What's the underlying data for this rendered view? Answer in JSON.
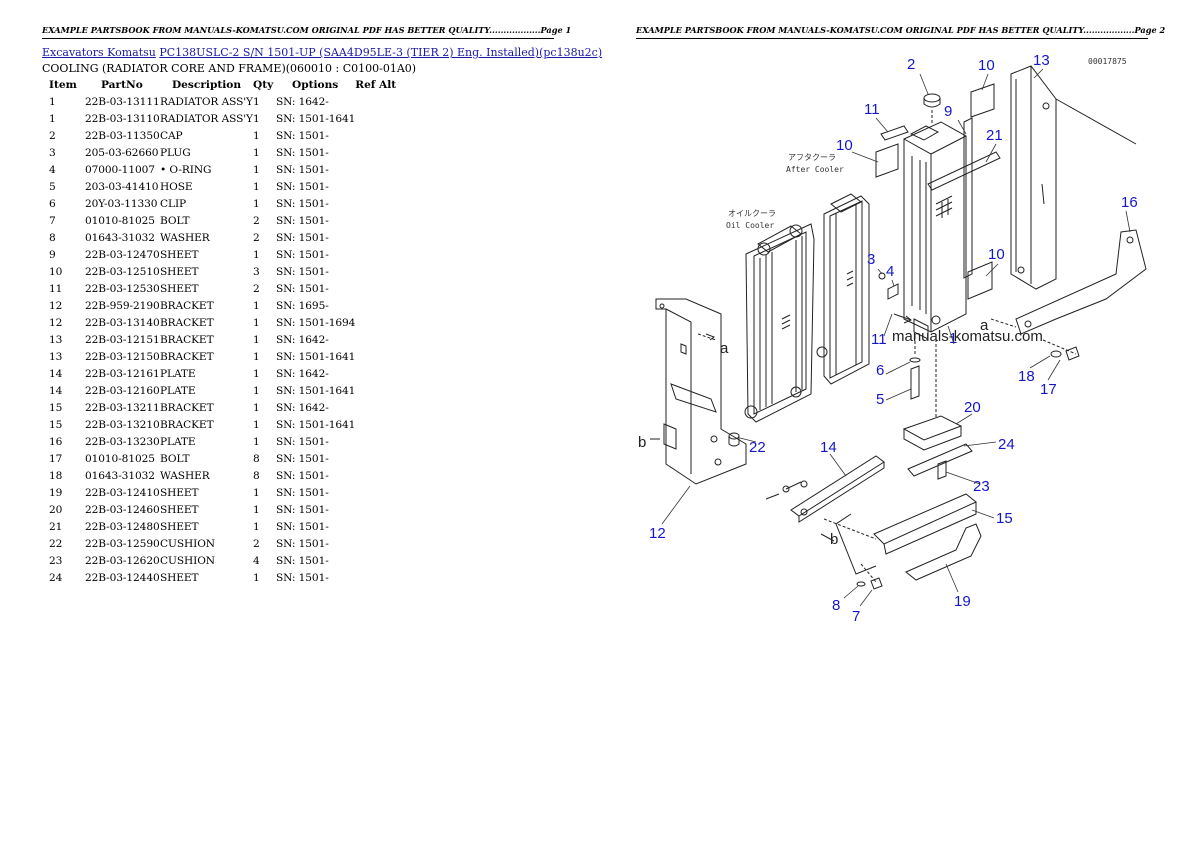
{
  "header": {
    "page1": "EXAMPLE PARTSBOOK FROM MANUALS-KOMATSU.COM ORIGINAL PDF HAS BETTER QUALITY..................Page 1",
    "page2": "EXAMPLE PARTSBOOK FROM MANUALS-KOMATSU.COM ORIGINAL PDF HAS BETTER QUALITY..................Page 2"
  },
  "breadcrumb": {
    "part1": "Excavators Komatsu",
    "part2": "PC138USLC-2 S/N 1501-UP (SAA4D95LE-3 (TIER 2) Eng. Installed)(pc138u2c)"
  },
  "section_title": "COOLING (RADIATOR CORE AND FRAME)(060010 : C0100-01A0)",
  "table": {
    "headers": [
      "Item",
      "PartNo",
      "Description",
      "Qty",
      "Options",
      "Ref Alt"
    ],
    "rows": [
      [
        "1",
        "22B-03-13111",
        "RADIATOR ASS'Y",
        "1",
        "SN: 1642-",
        ""
      ],
      [
        "1",
        "22B-03-13110",
        "RADIATOR ASS'Y",
        "1",
        "SN: 1501-1641",
        ""
      ],
      [
        "2",
        "22B-03-11350",
        "CAP",
        "1",
        "SN: 1501-",
        ""
      ],
      [
        "3",
        "205-03-62660",
        "PLUG",
        "1",
        "SN: 1501-",
        ""
      ],
      [
        "4",
        "07000-11007",
        "• O-RING",
        "1",
        "SN: 1501-",
        ""
      ],
      [
        "5",
        "203-03-41410",
        "HOSE",
        "1",
        "SN: 1501-",
        ""
      ],
      [
        "6",
        "20Y-03-11330",
        "CLIP",
        "1",
        "SN: 1501-",
        ""
      ],
      [
        "7",
        "01010-81025",
        "BOLT",
        "2",
        "SN: 1501-",
        ""
      ],
      [
        "8",
        "01643-31032",
        "WASHER",
        "2",
        "SN: 1501-",
        ""
      ],
      [
        "9",
        "22B-03-12470",
        "SHEET",
        "1",
        "SN: 1501-",
        ""
      ],
      [
        "10",
        "22B-03-12510",
        "SHEET",
        "3",
        "SN: 1501-",
        ""
      ],
      [
        "11",
        "22B-03-12530",
        "SHEET",
        "2",
        "SN: 1501-",
        ""
      ],
      [
        "12",
        "22B-959-2190",
        "BRACKET",
        "1",
        "SN: 1695-",
        ""
      ],
      [
        "12",
        "22B-03-13140",
        "BRACKET",
        "1",
        "SN: 1501-1694",
        ""
      ],
      [
        "13",
        "22B-03-12151",
        "BRACKET",
        "1",
        "SN: 1642-",
        ""
      ],
      [
        "13",
        "22B-03-12150",
        "BRACKET",
        "1",
        "SN: 1501-1641",
        ""
      ],
      [
        "14",
        "22B-03-12161",
        "PLATE",
        "1",
        "SN: 1642-",
        ""
      ],
      [
        "14",
        "22B-03-12160",
        "PLATE",
        "1",
        "SN: 1501-1641",
        ""
      ],
      [
        "15",
        "22B-03-13211",
        "BRACKET",
        "1",
        "SN: 1642-",
        ""
      ],
      [
        "15",
        "22B-03-13210",
        "BRACKET",
        "1",
        "SN: 1501-1641",
        ""
      ],
      [
        "16",
        "22B-03-13230",
        "PLATE",
        "1",
        "SN: 1501-",
        ""
      ],
      [
        "17",
        "01010-81025",
        "BOLT",
        "8",
        "SN: 1501-",
        ""
      ],
      [
        "18",
        "01643-31032",
        "WASHER",
        "8",
        "SN: 1501-",
        ""
      ],
      [
        "19",
        "22B-03-12410",
        "SHEET",
        "1",
        "SN: 1501-",
        ""
      ],
      [
        "20",
        "22B-03-12460",
        "SHEET",
        "1",
        "SN: 1501-",
        ""
      ],
      [
        "21",
        "22B-03-12480",
        "SHEET",
        "1",
        "SN: 1501-",
        ""
      ],
      [
        "22",
        "22B-03-12590",
        "CUSHION",
        "2",
        "SN: 1501-",
        ""
      ],
      [
        "23",
        "22B-03-12620",
        "CUSHION",
        "4",
        "SN: 1501-",
        ""
      ],
      [
        "24",
        "22B-03-12440",
        "SHEET",
        "1",
        "SN: 1501-",
        ""
      ]
    ]
  },
  "diagram": {
    "drawing_no": "00017875",
    "watermark": "manuals-komatsu.com",
    "aftercooler_jp": "アフタクーラ",
    "aftercooler_en": "After Cooler",
    "oilcooler_jp": "オイルクーラ",
    "oilcooler_en": "Oil Cooler",
    "ref_a": "a",
    "ref_b": "b",
    "callouts": [
      "1",
      "2",
      "3",
      "4",
      "5",
      "6",
      "7",
      "8",
      "9",
      "10",
      "10",
      "10",
      "11",
      "11",
      "12",
      "13",
      "14",
      "15",
      "16",
      "17",
      "18",
      "19",
      "20",
      "21",
      "22",
      "23",
      "24"
    ]
  }
}
